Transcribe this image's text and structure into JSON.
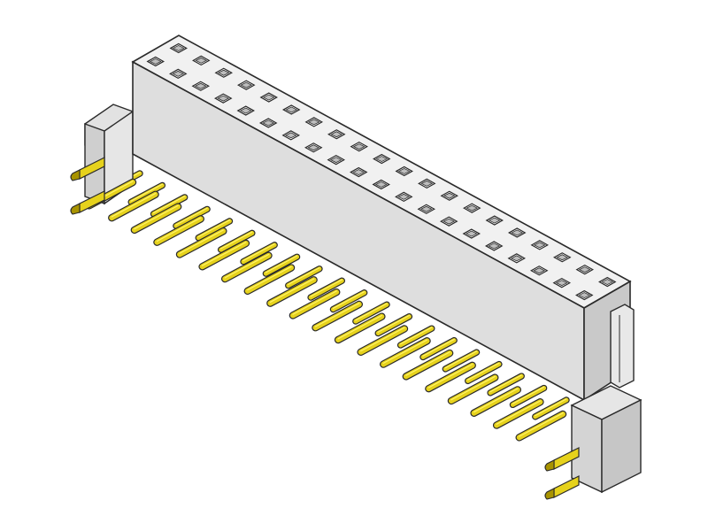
{
  "image": {
    "subject": "connector-header-render",
    "colors": {
      "background": "#ffffff",
      "housing_top": "#f1f1f1",
      "housing_front": "#dedede",
      "housing_side": "#c9c9c9",
      "outline": "#2a2a2a",
      "hole": "#bdbdbd",
      "pin": "#e6d21c",
      "pin_dark": "#a89300",
      "pin_light": "#fff36a"
    },
    "housing": {
      "rows": 2,
      "columns": 20
    },
    "pins": {
      "row_count": 2,
      "per_row": 20
    },
    "mounting_pegs": 2
  }
}
